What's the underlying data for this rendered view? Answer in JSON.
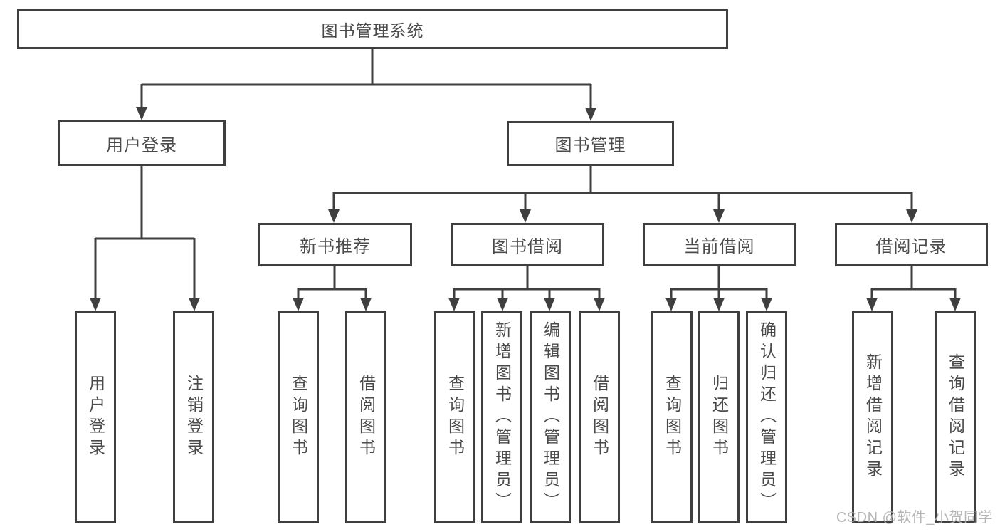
{
  "diagram": {
    "root": {
      "label": "图书管理系统"
    },
    "branches": [
      {
        "label": "用户登录",
        "children": [
          {
            "label": "用户登录"
          },
          {
            "label": "注销登录"
          }
        ]
      },
      {
        "label": "图书管理",
        "children": [
          {
            "label": "新书推荐",
            "children": [
              {
                "label": "查询图书"
              },
              {
                "label": "借阅图书"
              }
            ]
          },
          {
            "label": "图书借阅",
            "children": [
              {
                "label": "查询图书"
              },
              {
                "label": "新增图书（管理员）"
              },
              {
                "label": "编辑图书（管理员）"
              },
              {
                "label": "借阅图书"
              }
            ]
          },
          {
            "label": "当前借阅",
            "children": [
              {
                "label": "查询图书"
              },
              {
                "label": "归还图书"
              },
              {
                "label": "确认归还（管理员）"
              }
            ]
          },
          {
            "label": "借阅记录",
            "children": [
              {
                "label": "新增借阅记录"
              },
              {
                "label": "查询借阅记录"
              }
            ]
          }
        ]
      }
    ]
  },
  "watermark": {
    "text": "CSDN @软件_小贺同学"
  },
  "colors": {
    "line": "#3f3f3f",
    "box_border": "#3f3f3f",
    "box_fill": "#ffffff",
    "text": "#4a4a4a",
    "watermark": "#b0b0b0",
    "background": "#ffffff"
  }
}
